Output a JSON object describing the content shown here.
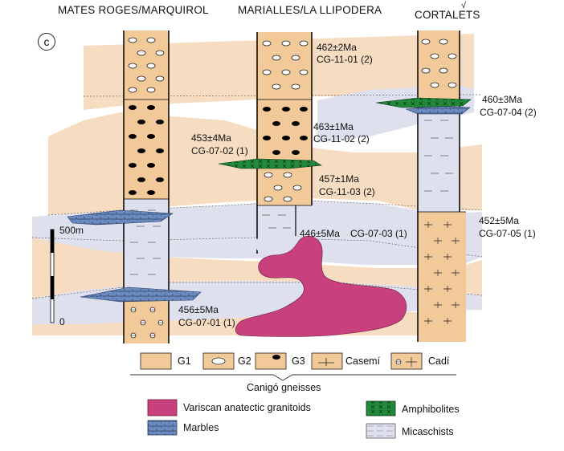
{
  "panel_letter": "c",
  "columns": {
    "mates_roges": "MATES ROGES/MARQUIROL",
    "marialles": "MARIALLES/LA LLIPODERA",
    "cortalets": "CORTALETS",
    "cortalets_mark": "√"
  },
  "ages": [
    {
      "age": "462±2Ma",
      "sample": "CG-11-01 (2)"
    },
    {
      "age": "463±1Ma",
      "sample": "CG-11-02 (2)"
    },
    {
      "age": "453±4Ma",
      "sample": "CG-07-02 (1)"
    },
    {
      "age": "460±3Ma",
      "sample": "CG-07-04 (2)"
    },
    {
      "age": "457±1Ma",
      "sample": "CG-11-03 (2)"
    },
    {
      "age": "452±5Ma",
      "sample": "CG-07-05 (1)"
    },
    {
      "age": "446±5Ma",
      "sample": "CG-07-03 (1)"
    },
    {
      "age": "456±5Ma",
      "sample": "CG-07-01 (1)"
    }
  ],
  "scale": {
    "top": "500m",
    "bottom": "0"
  },
  "gneiss_legend": {
    "items": [
      "G1",
      "G2",
      "G3",
      "Casemí",
      "Cadí"
    ],
    "title": "Canigó gneisses"
  },
  "rock_legend": {
    "granitoids": "Variscan anatectic granitoids",
    "marbles": "Marbles",
    "amphibolites": "Amphibolites",
    "micaschists": "Micaschists"
  },
  "colors": {
    "gneiss": "#f2c998",
    "gneiss_light": "#f6dcc0",
    "micaschist": "#dfe0ee",
    "marble": "#6b8cc0",
    "amphibolite": "#22883a",
    "granitoid": "#c8407c"
  }
}
